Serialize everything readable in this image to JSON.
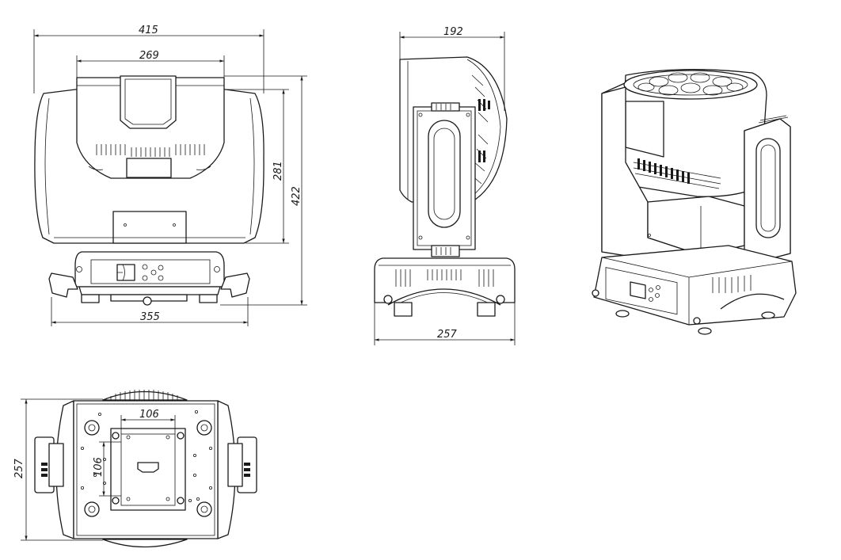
{
  "dimensions": {
    "front_width": "415",
    "front_head_width": "269",
    "front_base_width": "355",
    "front_yoke_height": "281",
    "front_total_height": "422",
    "side_depth": "192",
    "side_base_width": "257",
    "bottom_mount_width": "106",
    "bottom_mount_height": "106",
    "bottom_depth": "257"
  },
  "colors": {
    "line": "#1a1a1a",
    "background": "#ffffff"
  }
}
